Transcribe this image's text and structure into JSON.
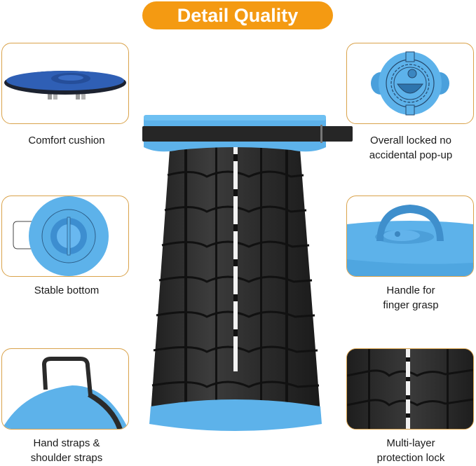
{
  "title": "Detail Quality",
  "colors": {
    "accent_orange": "#f49a12",
    "card_border": "#d9a24a",
    "stool_blue": "#5fb4ec",
    "stool_black": "#2b2b2b",
    "cushion_blue": "#2e5fb8"
  },
  "features": [
    {
      "caption": "Comfort cushion",
      "image": "cushion-image"
    },
    {
      "caption": "Overall locked no accidental pop-up",
      "caption_lines": [
        "Overall locked no",
        "accidental pop-up"
      ],
      "image": "lock-top-image"
    },
    {
      "caption": "Stable bottom",
      "image": "bottom-image"
    },
    {
      "caption": "Handle for finger grasp",
      "caption_lines": [
        "Handle for",
        "finger grasp"
      ],
      "image": "handle-image"
    },
    {
      "caption": "Hand straps & shoulder straps",
      "caption_lines": [
        "Hand straps &",
        "shoulder straps"
      ],
      "image": "strap-image"
    },
    {
      "caption": "Multi-layer protection lock",
      "caption_lines": [
        "Multi-layer",
        "protection lock"
      ],
      "image": "layers-image"
    }
  ],
  "product": {
    "name": "telescoping stool",
    "image": "stool-image"
  }
}
